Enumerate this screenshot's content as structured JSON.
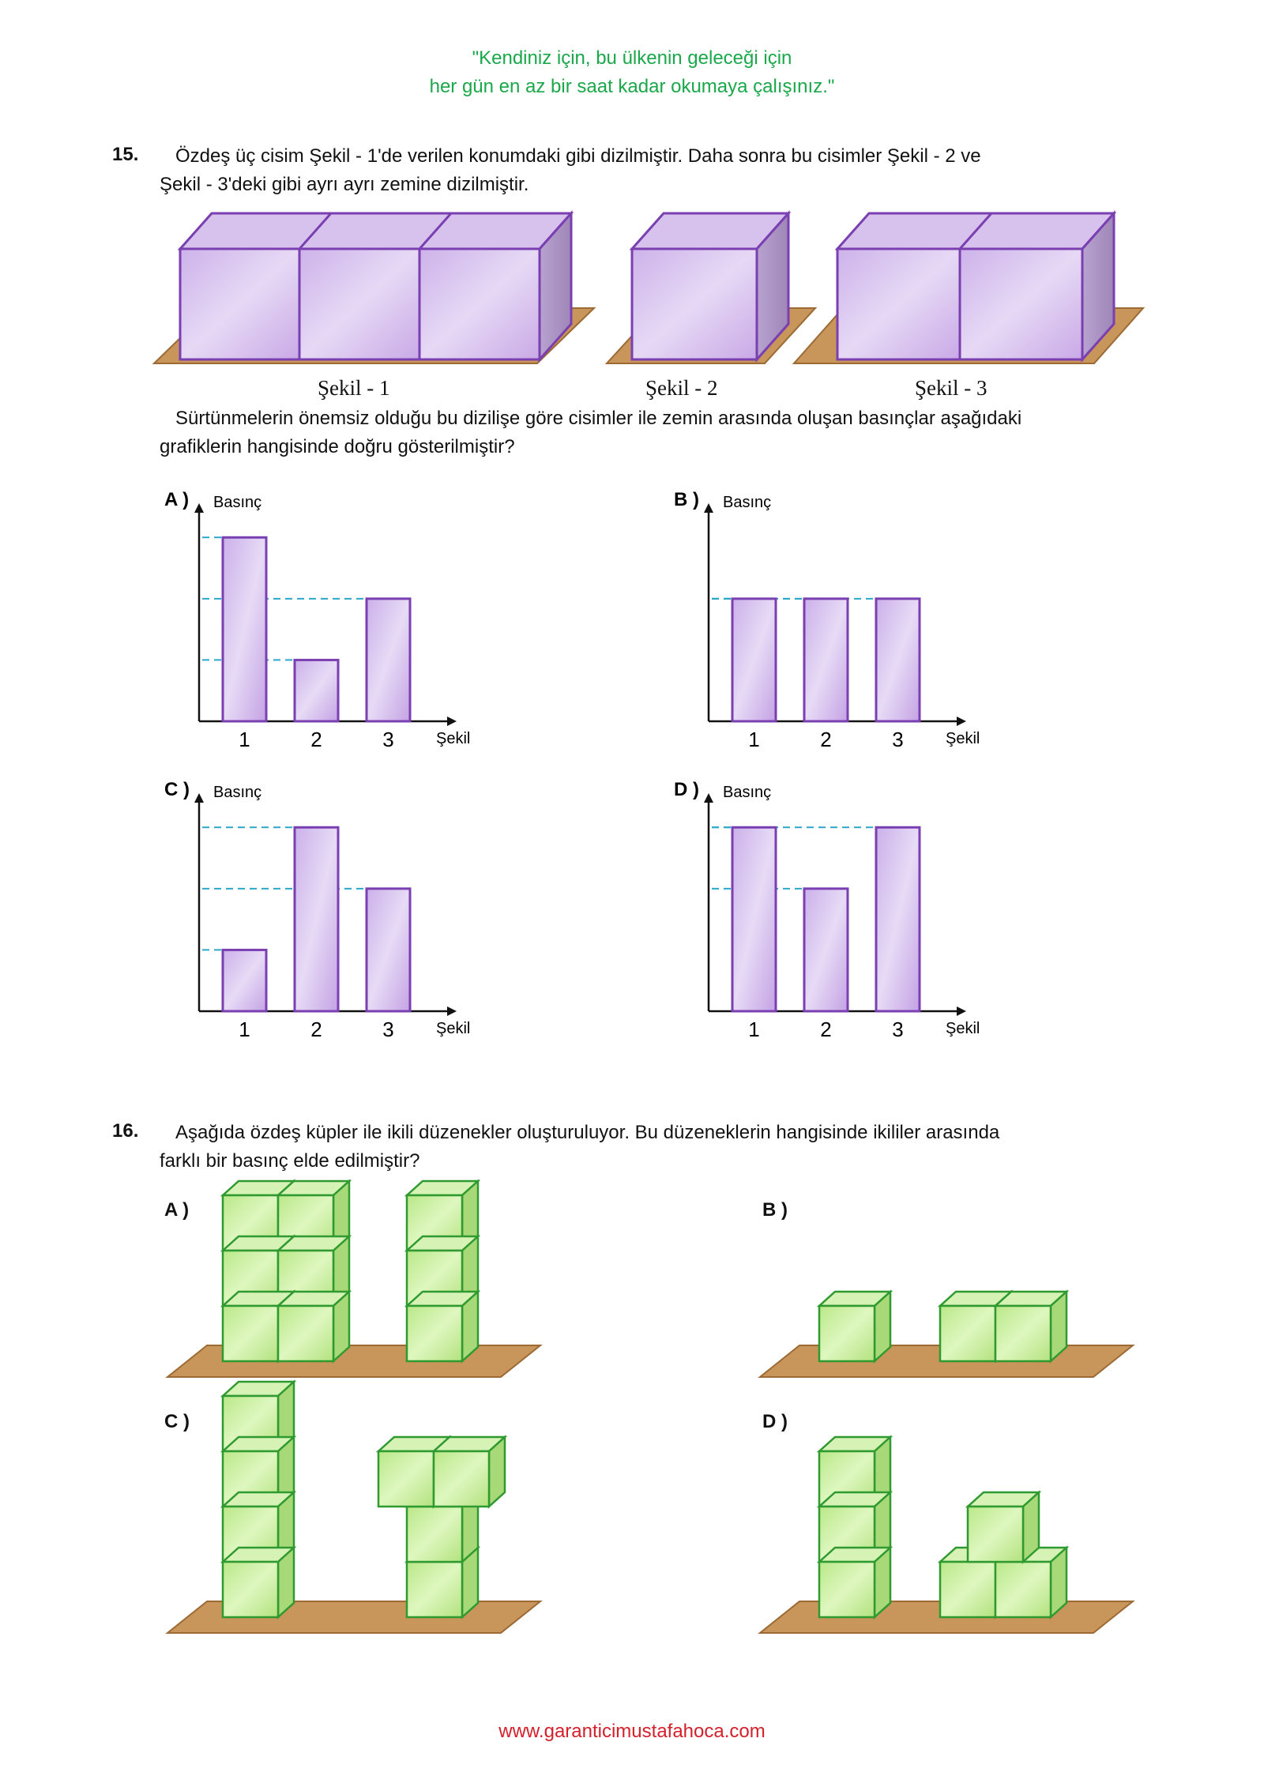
{
  "header": {
    "quote_line1": "\"Kendiniz için, bu ülkenin geleceği için",
    "quote_line2": "her gün en az bir saat kadar okumaya çalışınız.\""
  },
  "q15": {
    "number": "15.",
    "line1": "Özdeş üç cisim Şekil - 1'de verilen konumdaki gibi dizilmiştir. Daha sonra bu cisimler Şekil - 2 ve",
    "line2": "Şekil - 3'deki gibi ayrı ayrı zemine dizilmiştir.",
    "figure_labels": [
      "Şekil - 1",
      "Şekil - 2",
      "Şekil - 3"
    ],
    "question_line1": "Sürtünmelerin önemsiz olduğu bu dizilişe göre cisimler ile zemin arasında oluşan basınçlar aşağıdaki",
    "question_line2": "grafiklerin hangisinde doğru gösterilmiştir?"
  },
  "chart_data": [
    {
      "type": "bar",
      "option": "A )",
      "ylabel": "Basınç",
      "xlabel": "Şekil",
      "categories": [
        "1",
        "2",
        "3"
      ],
      "values": [
        3,
        1,
        2
      ],
      "ylim": [
        0,
        3.3
      ]
    },
    {
      "type": "bar",
      "option": "B )",
      "ylabel": "Basınç",
      "xlabel": "Şekil",
      "categories": [
        "1",
        "2",
        "3"
      ],
      "values": [
        2,
        2,
        2
      ],
      "ylim": [
        0,
        3.3
      ]
    },
    {
      "type": "bar",
      "option": "C )",
      "ylabel": "Basınç",
      "xlabel": "Şekil",
      "categories": [
        "1",
        "2",
        "3"
      ],
      "values": [
        1,
        3,
        2
      ],
      "ylim": [
        0,
        3.3
      ]
    },
    {
      "type": "bar",
      "option": "D )",
      "ylabel": "Basınç",
      "xlabel": "Şekil",
      "categories": [
        "1",
        "2",
        "3"
      ],
      "values": [
        3,
        2,
        3
      ],
      "ylim": [
        0,
        3.3
      ]
    }
  ],
  "q16": {
    "number": "16.",
    "line1": "Aşağıda özdeş küpler ile ikili düzenekler oluşturuluyor. Bu düzeneklerin hangisinde ikililer arasında",
    "line2": "farklı bir basınç elde edilmiştir?",
    "options": [
      "A )",
      "B )",
      "C )",
      "D )"
    ]
  },
  "footer": {
    "url": "www.garanticimustafahoca.com"
  },
  "colors": {
    "quote": "#1aa84a",
    "footer": "#d4202a",
    "bar_fill": "#d9c8ee",
    "bar_stroke": "#7a3fb0",
    "dash": "#2aa7c9",
    "cube_fill": "#c6ef9a",
    "cube_stroke": "#2f9a2f",
    "floor": "#c8955a"
  }
}
